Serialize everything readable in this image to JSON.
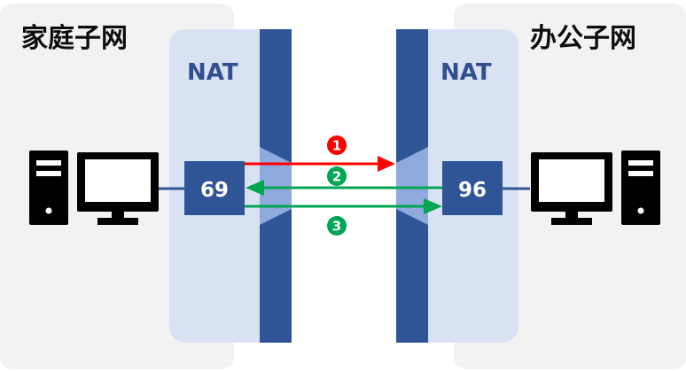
{
  "home_network": {
    "title": "家庭子网",
    "nat_label": "NAT",
    "port": "69"
  },
  "office_network": {
    "title": "办公子网",
    "nat_label": "NAT",
    "port": "96"
  },
  "steps": [
    {
      "label": "1",
      "direction": "home-to-office",
      "color": "#ff0000",
      "status": "blocked"
    },
    {
      "label": "2",
      "direction": "office-to-home",
      "color": "#00a651",
      "status": "passed"
    },
    {
      "label": "3",
      "direction": "home-to-office",
      "color": "#00a651",
      "status": "passed"
    }
  ],
  "colors": {
    "subnet_background": "#f2f2f2",
    "nat_background": "#d9e2f3",
    "nat_wall": "#2f5597",
    "nat_opening": "#8faadc",
    "port_box": "#2f5597",
    "computer": "#000000"
  },
  "icons": {
    "computer": "desktop-computer-icon"
  }
}
